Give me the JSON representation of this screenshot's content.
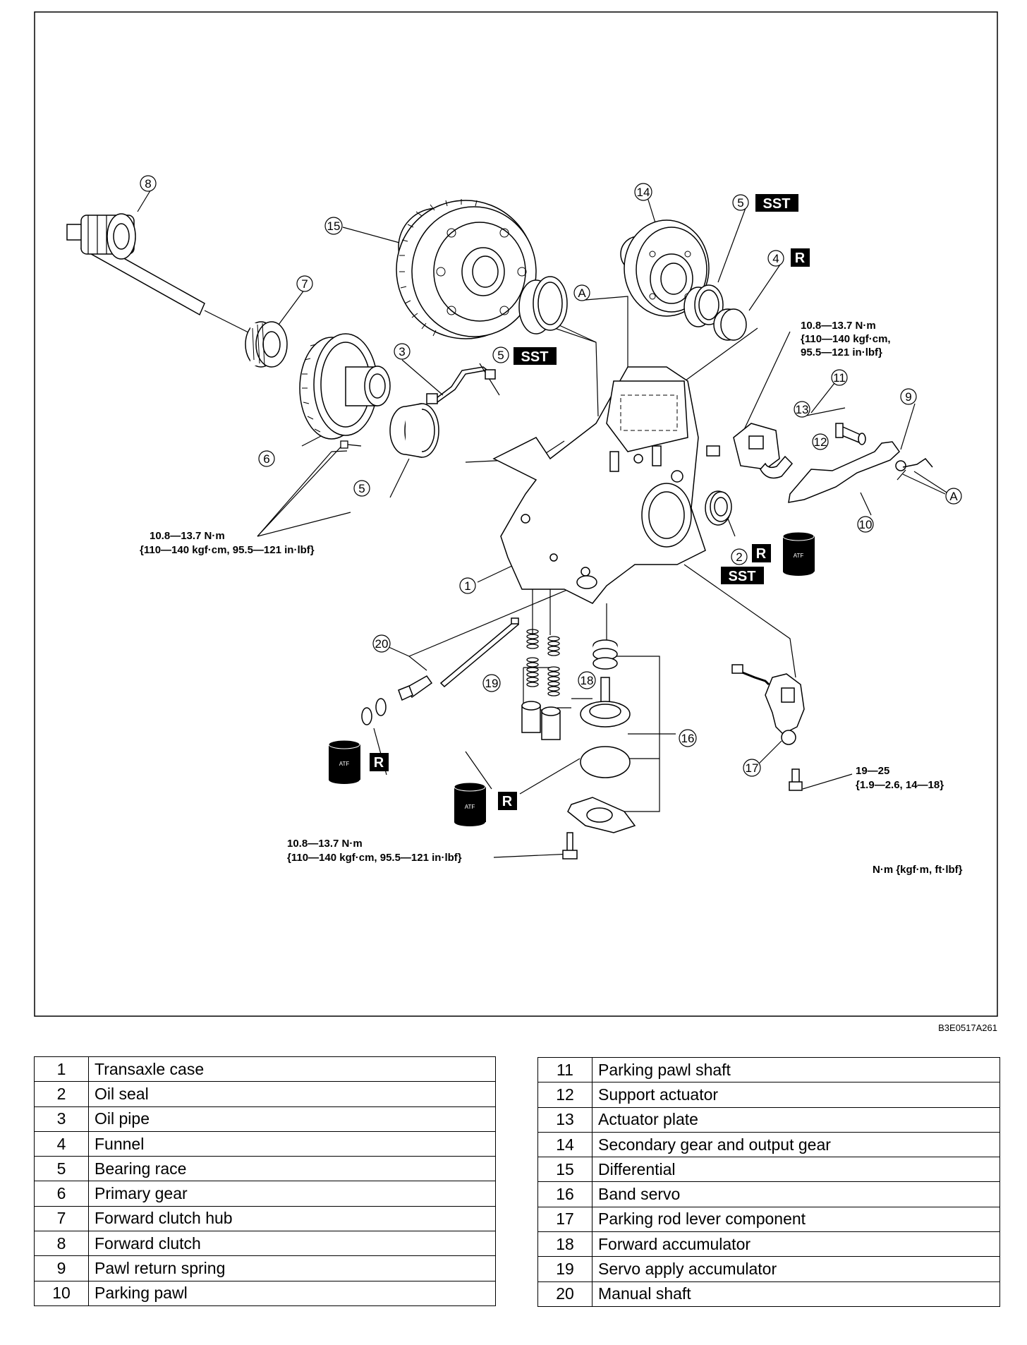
{
  "figure_id": "B3E0517A261",
  "units_note": "N·m {kgf·m, ft·lbf}",
  "callout_numbers": [
    "1",
    "2",
    "3",
    "4",
    "5",
    "6",
    "7",
    "8",
    "9",
    "10",
    "11",
    "12",
    "13",
    "14",
    "15",
    "16",
    "17",
    "18",
    "19",
    "20"
  ],
  "point_letter": "A",
  "badges": {
    "sst": "SST",
    "replace": "R",
    "atf": "ATF"
  },
  "torques": {
    "t_top_right": [
      "10.8—13.7 N·m",
      "{110—140 kgf·cm,",
      "95.5—121 in·lbf}"
    ],
    "t_left": [
      "10.8—13.7 N·m",
      "{110—140 kgf·cm, 95.5—121 in·lbf}"
    ],
    "t_bottom": [
      "10.8—13.7 N·m",
      "{110—140 kgf·cm, 95.5—121 in·lbf}"
    ],
    "t_lever": [
      "19—25",
      "{1.9—2.6, 14—18}"
    ]
  },
  "legend_left": [
    {
      "no": "1",
      "name": "Transaxle case"
    },
    {
      "no": "2",
      "name": "Oil seal"
    },
    {
      "no": "3",
      "name": "Oil pipe"
    },
    {
      "no": "4",
      "name": "Funnel"
    },
    {
      "no": "5",
      "name": "Bearing race"
    },
    {
      "no": "6",
      "name": "Primary gear"
    },
    {
      "no": "7",
      "name": "Forward clutch hub"
    },
    {
      "no": "8",
      "name": "Forward clutch"
    },
    {
      "no": "9",
      "name": "Pawl return spring"
    },
    {
      "no": "10",
      "name": "Parking pawl"
    }
  ],
  "legend_right": [
    {
      "no": "11",
      "name": "Parking pawl shaft"
    },
    {
      "no": "12",
      "name": "Support actuator"
    },
    {
      "no": "13",
      "name": "Actuator plate"
    },
    {
      "no": "14",
      "name": "Secondary gear and output gear"
    },
    {
      "no": "15",
      "name": "Differential"
    },
    {
      "no": "16",
      "name": "Band servo"
    },
    {
      "no": "17",
      "name": "Parking rod lever component"
    },
    {
      "no": "18",
      "name": "Forward accumulator"
    },
    {
      "no": "19",
      "name": "Servo apply accumulator"
    },
    {
      "no": "20",
      "name": "Manual shaft"
    }
  ]
}
